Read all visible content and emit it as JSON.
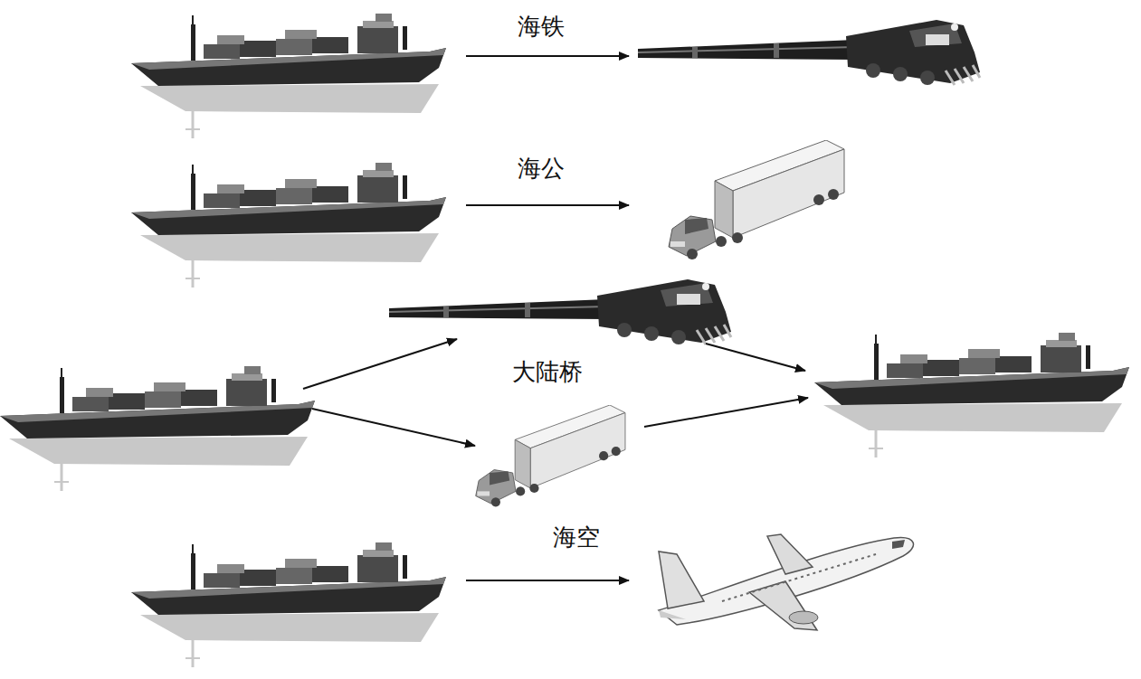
{
  "diagram": {
    "labels": [
      "海铁",
      "海公",
      "大陆桥",
      "海空"
    ]
  }
}
